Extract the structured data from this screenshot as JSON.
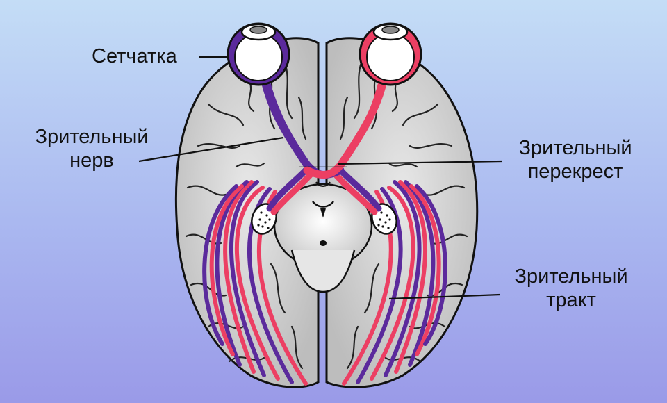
{
  "labels": {
    "retina": "Сетчатка",
    "optic_nerve": [
      "Зрительный",
      "нерв"
    ],
    "optic_chiasm": [
      "Зрительный",
      "перекрест"
    ],
    "optic_tract": [
      "Зрительный",
      "тракт"
    ]
  },
  "colors": {
    "background_top": "#c4ddf6",
    "background_bottom": "#9a9ae8",
    "brain": "#cfcfcf",
    "left_pathway": "#5b2a9c",
    "right_pathway": "#ec3f63"
  }
}
